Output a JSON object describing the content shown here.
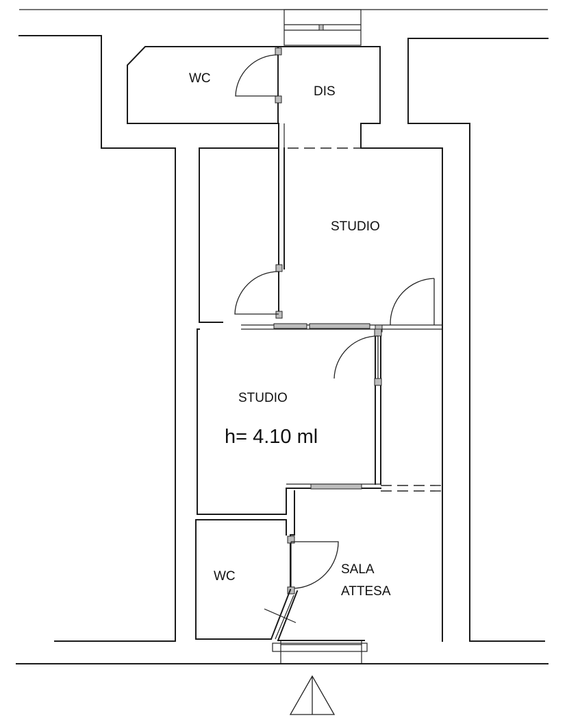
{
  "plan": {
    "rooms": {
      "wc_top": "WC",
      "dis": "DIS",
      "studio_upper": "STUDIO",
      "studio_lower": "STUDIO",
      "height_note": "h= 4.10 ml",
      "wc_bottom": "WC",
      "sala_line1": "SALA",
      "sala_line2": "ATTESA"
    },
    "north_arrow_icon": "north-arrow-icon"
  }
}
